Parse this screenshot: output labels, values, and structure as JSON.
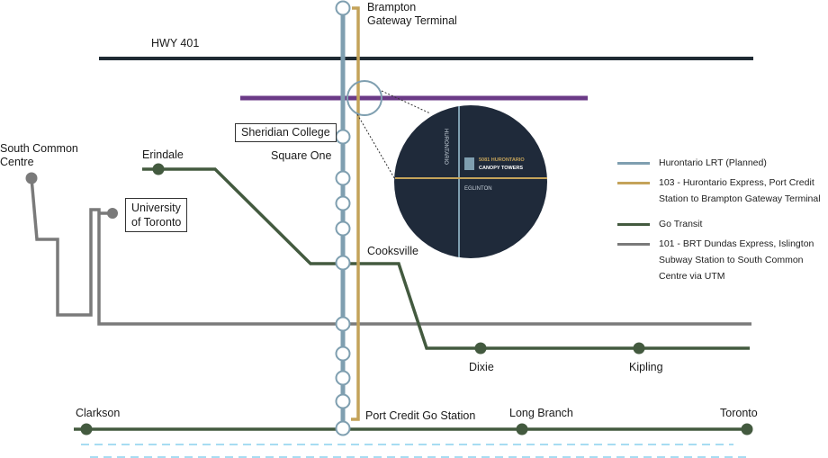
{
  "labels": {
    "brampton_line1": "Brampton",
    "brampton_line2": "Gateway Terminal",
    "hwy401": "HWY 401",
    "sheridan": "Sheridian College",
    "square_one": "Square One",
    "erindale": "Erindale",
    "south_common_line1": "South Common",
    "south_common_line2": "Centre",
    "university_line1": "University",
    "university_line2": "of Toronto",
    "cooksville": "Cooksville",
    "dixie": "Dixie",
    "kipling": "Kipling",
    "clarkson": "Clarkson",
    "long_branch": "Long Branch",
    "toronto": "Toronto",
    "port_credit": "Port Credit Go Station"
  },
  "inset_map": {
    "street_vertical": "HURONTARIO",
    "street_horizontal": "EGLINTON",
    "building_line1": "5081 HURONTARIO",
    "building_line2": "CANOPY TOWERS"
  },
  "legend": [
    {
      "line1": "Hurontario LRT (Planned)",
      "line2": "",
      "line3": "",
      "color": "#7f9fb0"
    },
    {
      "line1": "103 - Hurontario Express, Port Credit",
      "line2": "Station to Brampton Gateway Terminal",
      "line3": "",
      "color": "#c4a35a"
    },
    {
      "line1": "Go Transit",
      "line2": "",
      "line3": "",
      "color": "#435a3f"
    },
    {
      "line1": "101 - BRT Dundas Express, Islington",
      "line2": "Subway Station to South Common",
      "line3": "Centre via UTM",
      "color": "#7a7a7a"
    }
  ],
  "colors": {
    "lrt": "#7f9fb0",
    "express_103": "#c4a35a",
    "go_transit": "#435a3f",
    "brt_101": "#7a7a7a",
    "hwy401": "#1f2a33",
    "eglinton": "#6b3a87",
    "inset_map_bg": "#1f2a3a",
    "water": "#8ad0ee"
  }
}
